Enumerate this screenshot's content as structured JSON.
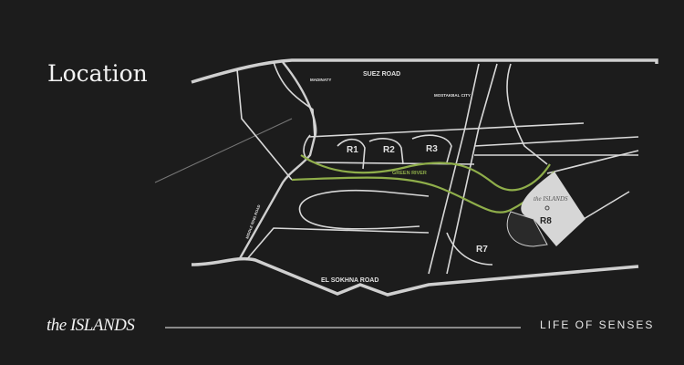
{
  "title": "Location",
  "brand": "the ISLANDS",
  "tagline": "LIFE OF SENSES",
  "map": {
    "roads": {
      "suez": "SUEZ ROAD",
      "sokhna": "EL SOKHNA ROAD",
      "middle_ring": "MIDDLE RING ROAD"
    },
    "places": {
      "madinaty": "MADINATY",
      "mostakbal": "MOSTAKBAL CITY",
      "green_river": "GREEN RIVER",
      "project": "the ISLANDS"
    },
    "zones": [
      "R1",
      "R2",
      "R3",
      "R7",
      "R8"
    ],
    "colors": {
      "background": "#1c1c1c",
      "roads": "#d8d8d8",
      "green_river": "#8fae4a",
      "project_area": "#d6d6d6"
    }
  }
}
